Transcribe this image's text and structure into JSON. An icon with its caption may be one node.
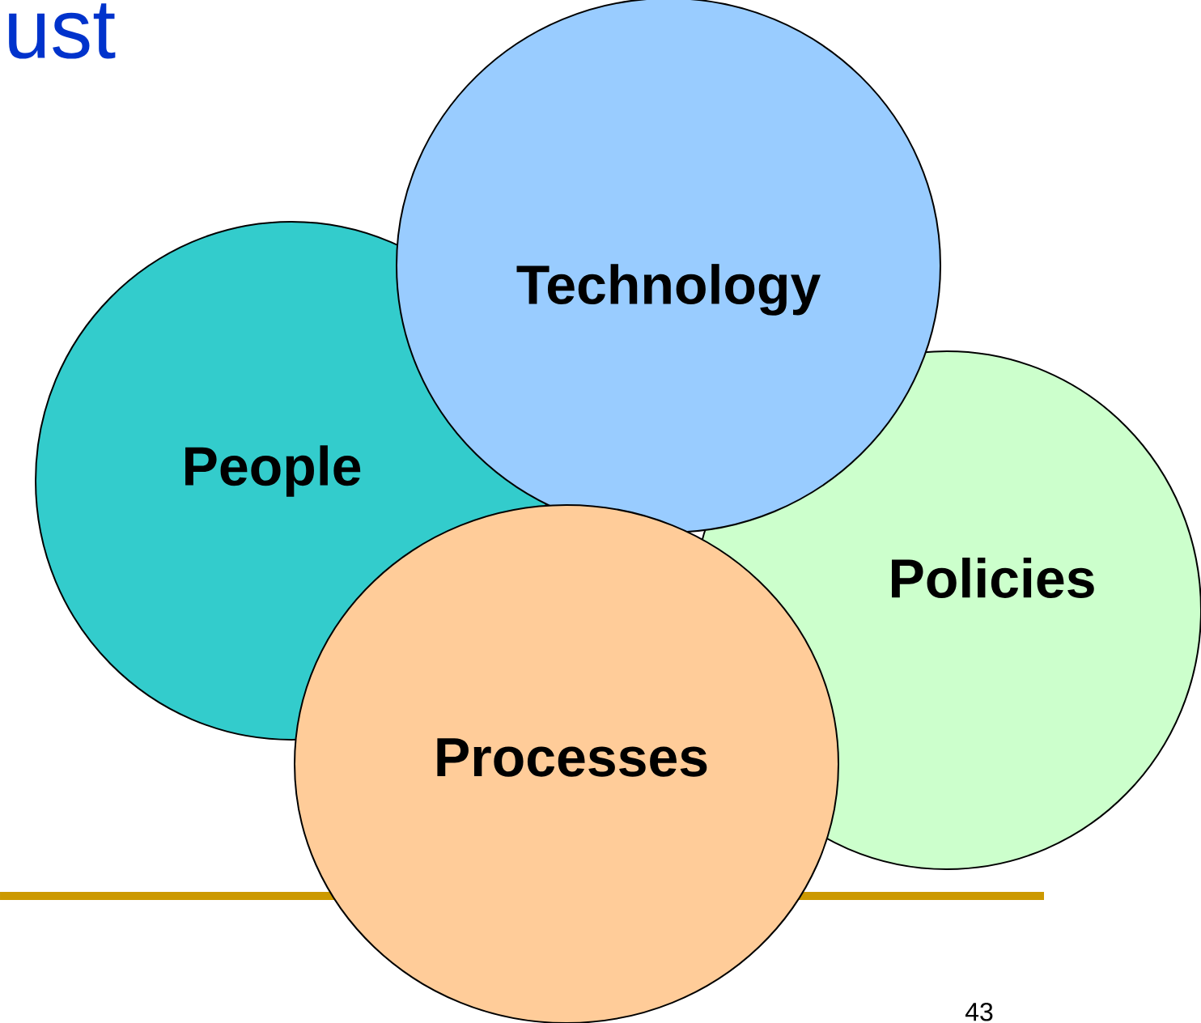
{
  "diagram": {
    "title": "ust",
    "nodes": [
      {
        "text": [
          "Technology"
        ]
      },
      {
        "text": [
          "People"
        ]
      },
      {
        "text": [
          "Policies"
        ]
      },
      {
        "text": [
          "Processes"
        ]
      }
    ],
    "labels": [
      "43"
    ]
  }
}
